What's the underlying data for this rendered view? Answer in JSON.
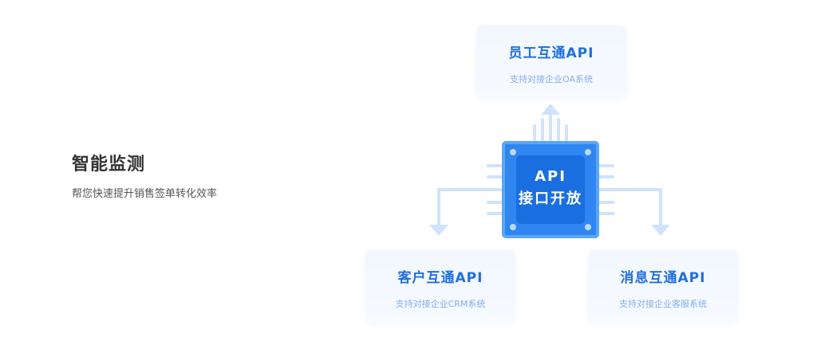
{
  "intro": {
    "title": "智能监测",
    "subtitle": "帮您快速提升销售签单转化效率"
  },
  "chip": {
    "line1": "API",
    "line2": "接口开放"
  },
  "cards": {
    "top": {
      "title": "员工互通API",
      "desc": "支持对接企业OA系统"
    },
    "left": {
      "title": "客户互通API",
      "desc": "支持对接企业CRM系统"
    },
    "right": {
      "title": "消息互通API",
      "desc": "支持对接企业客服系统"
    }
  },
  "colors": {
    "accent": "#2f86f0",
    "card_title": "#1f6fe0",
    "card_desc": "#7fb0f0",
    "connector": "#cfe3fc"
  }
}
